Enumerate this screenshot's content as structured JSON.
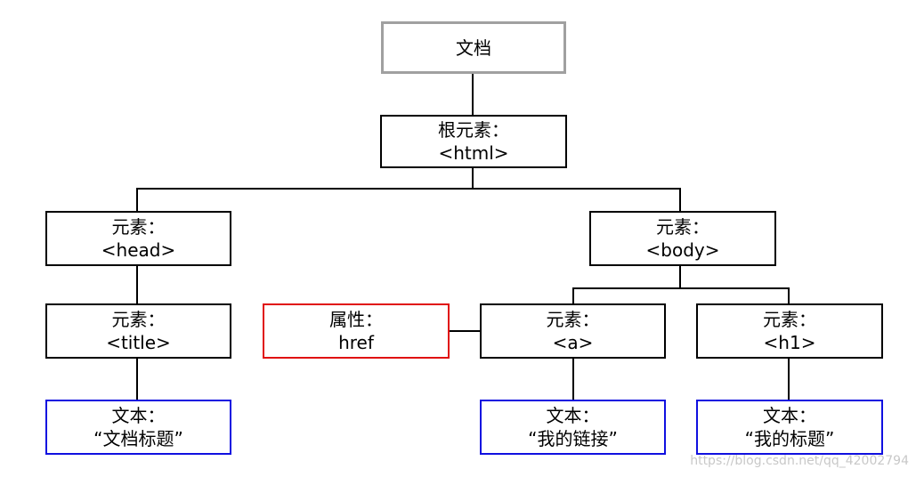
{
  "nodes": {
    "document": {
      "line1": "文档"
    },
    "root": {
      "line1": "根元素：",
      "line2": "<html>"
    },
    "head": {
      "line1": "元素：",
      "line2": "<head>"
    },
    "body": {
      "line1": "元素：",
      "line2": "<body>"
    },
    "title": {
      "line1": "元素：",
      "line2": "<title>"
    },
    "attr_href": {
      "line1": "属性：",
      "line2": "href"
    },
    "a": {
      "line1": "元素：",
      "line2": "<a>"
    },
    "h1": {
      "line1": "元素：",
      "line2": "<h1>"
    },
    "text_title": {
      "line1": "文本：",
      "line2": "“文档标题”"
    },
    "text_a": {
      "line1": "文本：",
      "line2": "“我的链接”"
    },
    "text_h1": {
      "line1": "文本：",
      "line2": "“我的标题”"
    }
  },
  "colors": {
    "document_border": "#a0a0a0",
    "element_border": "#000000",
    "attribute_border": "#e01010",
    "text_border": "#1010e0"
  },
  "watermark": "https://blog.csdn.net/qq_42002794"
}
